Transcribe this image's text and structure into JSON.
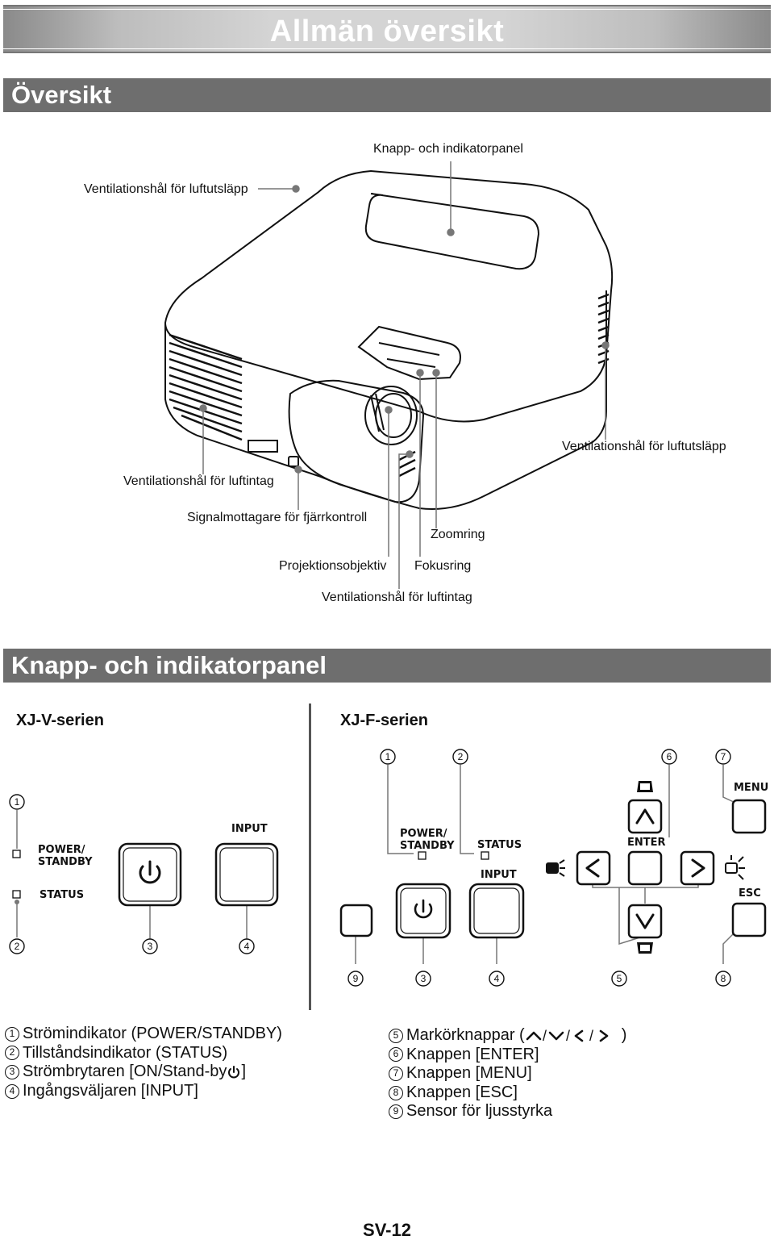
{
  "header": {
    "title": "Allmän översikt"
  },
  "overview": {
    "heading": "Översikt",
    "labels": {
      "panel": "Knapp- och indikatorpanel",
      "vent_out_top": "Ventilationshål för luftutsläpp",
      "vent_out_side": "Ventilationshål för luftutsläpp",
      "vent_in_front": "Ventilationshål för luftintag",
      "remote_sensor": "Signalmottagare för fjärrkontroll",
      "zoom_ring": "Zoomring",
      "lens": "Projektionsobjektiv",
      "focus_ring": "Fokusring",
      "vent_in_bottom": "Ventilationshål för luftintag"
    }
  },
  "panel_section": {
    "heading": "Knapp- och indikatorpanel",
    "xjv": {
      "title": "XJ-V-serien",
      "power_label_1": "POWER/",
      "power_label_2": "STANDBY",
      "status_label": "STATUS",
      "input_label": "INPUT",
      "callouts": [
        "1",
        "2",
        "3",
        "4"
      ]
    },
    "xjf": {
      "title": "XJ-F-serien",
      "power_label_1": "POWER/",
      "power_label_2": "STANDBY",
      "status_label": "STATUS",
      "input_label": "INPUT",
      "enter_label": "ENTER",
      "menu_label": "MENU",
      "esc_label": "ESC",
      "callouts_top": [
        "1",
        "2",
        "6",
        "7"
      ],
      "callouts_bottom": [
        "9",
        "3",
        "4",
        "5",
        "8"
      ]
    }
  },
  "legend": {
    "left": [
      {
        "num": "1",
        "text": "Strömindikator (POWER/STANDBY)"
      },
      {
        "num": "2",
        "text": "Tillståndsindikator (STATUS)"
      },
      {
        "num": "3",
        "text": "Strömbrytaren [ON/Stand-by",
        "suffix": "]"
      },
      {
        "num": "4",
        "text": "Ingångsväljaren [INPUT]"
      }
    ],
    "right": [
      {
        "num": "5",
        "text": "Markörknappar (",
        "suffix": ")"
      },
      {
        "num": "6",
        "text": "Knappen [ENTER]"
      },
      {
        "num": "7",
        "text": "Knappen [MENU]"
      },
      {
        "num": "8",
        "text": "Knappen [ESC]"
      },
      {
        "num": "9",
        "text": "Sensor för ljusstyrka"
      }
    ]
  },
  "footer": {
    "page": "SV-12"
  }
}
